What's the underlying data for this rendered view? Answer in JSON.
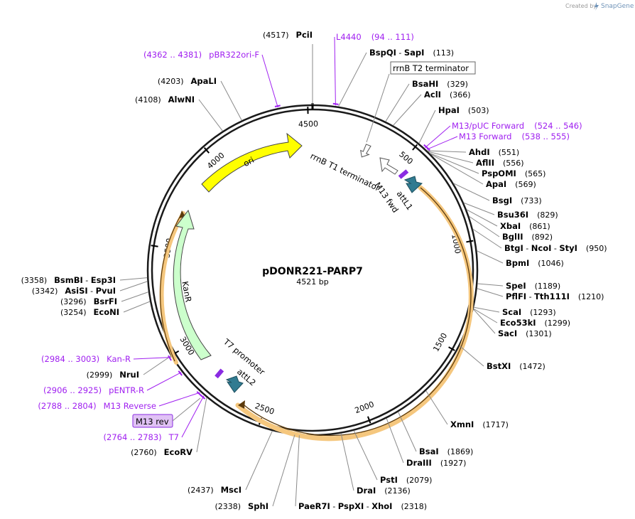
{
  "app": {
    "credit": "Created by",
    "brand": "SnapGene"
  },
  "plasmid": {
    "name": "pDONR221-PARP7",
    "length_label": "4521 bp",
    "length": 4521
  },
  "scale_ticks": [
    "500",
    "1000",
    "1500",
    "2000",
    "2500",
    "3000",
    "3500",
    "4000",
    "4500"
  ],
  "enzymes": [
    {
      "id": "pcii",
      "parts": [
        "PciI"
      ],
      "pos": "(4517)"
    },
    {
      "id": "bspqi",
      "parts": [
        "BspQI",
        "SapI"
      ],
      "pos": "(113)"
    },
    {
      "id": "bsahi",
      "parts": [
        "BsaHI"
      ],
      "pos": "(329)"
    },
    {
      "id": "acli",
      "parts": [
        "AclI"
      ],
      "pos": "(366)"
    },
    {
      "id": "hpai",
      "parts": [
        "HpaI"
      ],
      "pos": "(503)"
    },
    {
      "id": "ahdi",
      "parts": [
        "AhdI"
      ],
      "pos": "(551)"
    },
    {
      "id": "aflii",
      "parts": [
        "AflII"
      ],
      "pos": "(556)"
    },
    {
      "id": "pspomi",
      "parts": [
        "PspOMI"
      ],
      "pos": "(565)"
    },
    {
      "id": "apai",
      "parts": [
        "ApaI"
      ],
      "pos": "(569)"
    },
    {
      "id": "bsgi",
      "parts": [
        "BsgI"
      ],
      "pos": "(733)"
    },
    {
      "id": "bsu36i",
      "parts": [
        "Bsu36I"
      ],
      "pos": "(829)"
    },
    {
      "id": "xbai",
      "parts": [
        "XbaI"
      ],
      "pos": "(861)"
    },
    {
      "id": "bglii",
      "parts": [
        "BglII"
      ],
      "pos": "(892)"
    },
    {
      "id": "btgi",
      "parts": [
        "BtgI",
        "NcoI",
        "StyI"
      ],
      "pos": "(950)"
    },
    {
      "id": "bpmi",
      "parts": [
        "BpmI"
      ],
      "pos": "(1046)"
    },
    {
      "id": "spei",
      "parts": [
        "SpeI"
      ],
      "pos": "(1189)"
    },
    {
      "id": "pflfi",
      "parts": [
        "PflFI",
        "Tth111I"
      ],
      "pos": "(1210)"
    },
    {
      "id": "scai",
      "parts": [
        "ScaI"
      ],
      "pos": "(1293)"
    },
    {
      "id": "eco53ki",
      "parts": [
        "Eco53kI"
      ],
      "pos": "(1299)"
    },
    {
      "id": "saci",
      "parts": [
        "SacI"
      ],
      "pos": "(1301)"
    },
    {
      "id": "bstxi",
      "parts": [
        "BstXI"
      ],
      "pos": "(1472)"
    },
    {
      "id": "xmni",
      "parts": [
        "XmnI"
      ],
      "pos": "(1717)"
    },
    {
      "id": "bsai",
      "parts": [
        "BsaI"
      ],
      "pos": "(1869)"
    },
    {
      "id": "draiii",
      "parts": [
        "DraIII"
      ],
      "pos": "(1927)"
    },
    {
      "id": "psti",
      "parts": [
        "PstI"
      ],
      "pos": "(2079)"
    },
    {
      "id": "drai",
      "parts": [
        "DraI"
      ],
      "pos": "(2136)"
    },
    {
      "id": "paer7i",
      "parts": [
        "PaeR7I",
        "PspXI",
        "XhoI"
      ],
      "pos": "(2318)"
    },
    {
      "id": "sphi",
      "parts": [
        "SphI"
      ],
      "pos": "(2338)"
    },
    {
      "id": "msci",
      "parts": [
        "MscI"
      ],
      "pos": "(2437)"
    },
    {
      "id": "ecorv",
      "parts": [
        "EcoRV"
      ],
      "pos": "(2760)"
    },
    {
      "id": "nrui",
      "parts": [
        "NruI"
      ],
      "pos": "(2999)"
    },
    {
      "id": "econi",
      "parts": [
        "EcoNI"
      ],
      "pos": "(3254)"
    },
    {
      "id": "bsrfi",
      "parts": [
        "BsrFI"
      ],
      "pos": "(3296)"
    },
    {
      "id": "asisi",
      "parts": [
        "AsiSI",
        "PvuI"
      ],
      "pos": "(3342)"
    },
    {
      "id": "bsmbi",
      "parts": [
        "BsmBI",
        "Esp3I"
      ],
      "pos": "(3358)"
    },
    {
      "id": "alwni",
      "parts": [
        "AlwNI"
      ],
      "pos": "(4108)"
    },
    {
      "id": "apali",
      "parts": [
        "ApaLI"
      ],
      "pos": "(4203)"
    }
  ],
  "primers": [
    {
      "id": "l4440",
      "name": "L4440",
      "range": "(94 .. 111)"
    },
    {
      "id": "pbr322ori",
      "name": "pBR322ori-F",
      "range": "(4362 .. 4381)"
    },
    {
      "id": "m13puc",
      "name": "M13/pUC Forward",
      "range": "(524 .. 546)"
    },
    {
      "id": "m13fwd",
      "name": "M13 Forward",
      "range": "(538 .. 555)"
    },
    {
      "id": "kanr",
      "name": "Kan-R",
      "range": "(2984 .. 3003)"
    },
    {
      "id": "pentr",
      "name": "pENTR-R",
      "range": "(2906 .. 2925)"
    },
    {
      "id": "m13rev",
      "name": "M13 Reverse",
      "range": "(2788 .. 2804)"
    },
    {
      "id": "t7",
      "name": "T7",
      "range": "(2764 .. 2783)"
    }
  ],
  "features": {
    "rrnb_t2": "rrnB T2 terminator",
    "rrnb_t1": "rrnB T1 terminator",
    "m13fwd": "M13 fwd",
    "attl1": "attL1",
    "ori": "ori",
    "kanr": "KanR",
    "t7promoter": "T7 promoter",
    "attl2": "attL2",
    "m13rev": "M13 rev"
  },
  "colors": {
    "backbone": "#1a1a1a",
    "ori": "#ffff00",
    "kanr": "#ccffcc",
    "att": "#317b91",
    "insert": "#f5c77e",
    "primer": "#a020f0",
    "m13rev_box": "#e0c2f5"
  }
}
